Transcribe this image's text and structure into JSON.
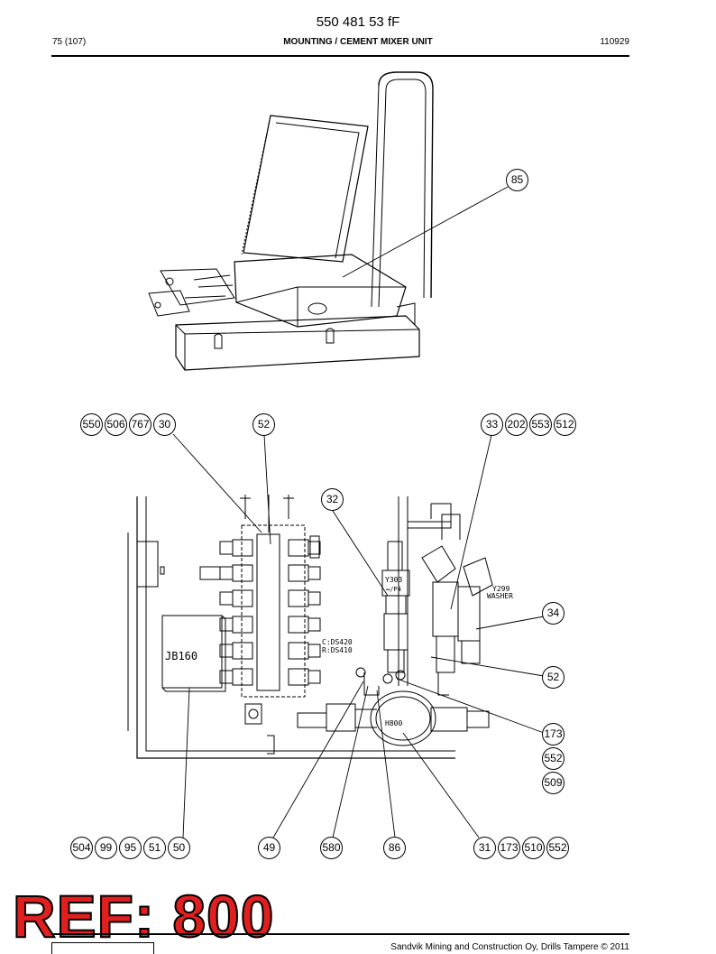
{
  "header": {
    "doc_number": "550 481 53 fF",
    "page": "75 (107)",
    "title": "MOUNTING / CEMENT MIXER UNIT",
    "date": "110929"
  },
  "drawing_labels": {
    "y303": "Y303",
    "y303_sub": "↔/P4",
    "y299": "Y299",
    "washer": "WASHER",
    "jb160": "JB160",
    "c_ref": "C:DS420",
    "r_ref": "R:DS410",
    "h800": "H800"
  },
  "callouts": [
    {
      "id": "c85",
      "text": "85"
    },
    {
      "id": "c550",
      "text": "550"
    },
    {
      "id": "c506",
      "text": "506"
    },
    {
      "id": "c767",
      "text": "767"
    },
    {
      "id": "c30",
      "text": "30"
    },
    {
      "id": "c52a",
      "text": "52"
    },
    {
      "id": "c33",
      "text": "33"
    },
    {
      "id": "c202",
      "text": "202"
    },
    {
      "id": "c553",
      "text": "553"
    },
    {
      "id": "c512",
      "text": "512"
    },
    {
      "id": "c32",
      "text": "32"
    },
    {
      "id": "c34",
      "text": "34"
    },
    {
      "id": "c52b",
      "text": "52"
    },
    {
      "id": "c173",
      "text": "173"
    },
    {
      "id": "c552",
      "text": "552"
    },
    {
      "id": "c509",
      "text": "509"
    },
    {
      "id": "c504",
      "text": "504"
    },
    {
      "id": "c99",
      "text": "99"
    },
    {
      "id": "c95",
      "text": "95"
    },
    {
      "id": "c51",
      "text": "51"
    },
    {
      "id": "c50",
      "text": "50"
    },
    {
      "id": "c49",
      "text": "49"
    },
    {
      "id": "c580",
      "text": "580"
    },
    {
      "id": "c86",
      "text": "86"
    },
    {
      "id": "c31",
      "text": "31"
    },
    {
      "id": "c173b",
      "text": "173"
    },
    {
      "id": "c510",
      "text": "510"
    },
    {
      "id": "c552b",
      "text": "552"
    }
  ],
  "ref_stamp": "REF: 800",
  "footer": "Sandvik Mining and Construction Oy, Drills Tampere © 2011"
}
